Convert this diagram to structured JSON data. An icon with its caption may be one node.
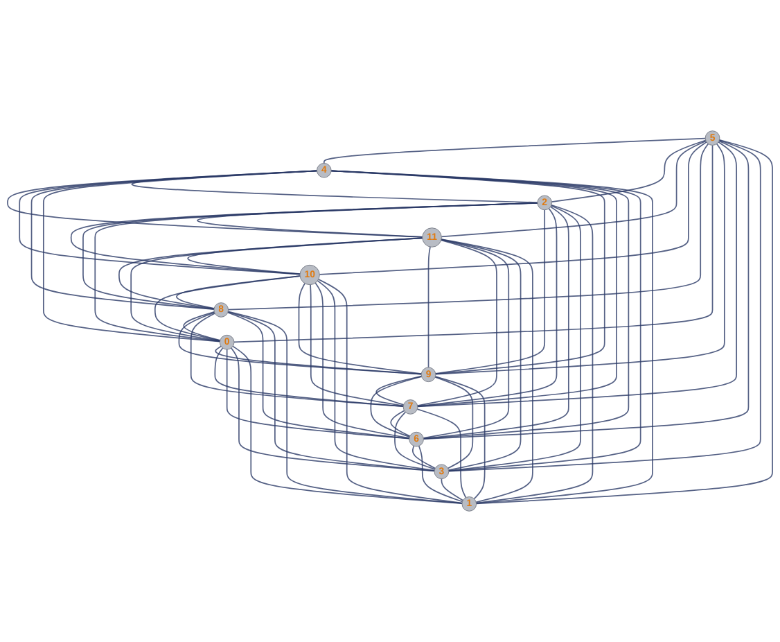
{
  "diagram": {
    "nodes": [
      {
        "text": [
          "5"
        ]
      },
      {
        "text": [
          "4"
        ]
      },
      {
        "text": [
          "2"
        ]
      },
      {
        "text": [
          "11"
        ]
      },
      {
        "text": [
          "10"
        ]
      },
      {
        "text": [
          "8"
        ]
      },
      {
        "text": [
          "0"
        ]
      },
      {
        "text": [
          "9"
        ]
      },
      {
        "text": [
          "7"
        ]
      },
      {
        "text": [
          "6"
        ]
      },
      {
        "text": [
          "3"
        ]
      },
      {
        "text": [
          "1"
        ]
      }
    ],
    "edges": [
      {
        "from": 0,
        "to": 1,
        "arrow": "none"
      },
      {
        "from": 0,
        "to": 2,
        "arrow": "none"
      },
      {
        "from": 0,
        "to": 3,
        "arrow": "none"
      },
      {
        "from": 0,
        "to": 4,
        "arrow": "none"
      },
      {
        "from": 0,
        "to": 5,
        "arrow": "none"
      },
      {
        "from": 0,
        "to": 6,
        "arrow": "none"
      },
      {
        "from": 0,
        "to": 7,
        "arrow": "none"
      },
      {
        "from": 0,
        "to": 8,
        "arrow": "none"
      },
      {
        "from": 0,
        "to": 9,
        "arrow": "none"
      },
      {
        "from": 0,
        "to": 10,
        "arrow": "none"
      },
      {
        "from": 0,
        "to": 11,
        "arrow": "none"
      },
      {
        "from": 1,
        "to": 2,
        "arrow": "none"
      },
      {
        "from": 1,
        "to": 3,
        "arrow": "none"
      },
      {
        "from": 1,
        "to": 4,
        "arrow": "none"
      },
      {
        "from": 1,
        "to": 5,
        "arrow": "none"
      },
      {
        "from": 1,
        "to": 6,
        "arrow": "none"
      },
      {
        "from": 1,
        "to": 7,
        "arrow": "none"
      },
      {
        "from": 1,
        "to": 8,
        "arrow": "none"
      },
      {
        "from": 1,
        "to": 9,
        "arrow": "none"
      },
      {
        "from": 1,
        "to": 10,
        "arrow": "none"
      },
      {
        "from": 1,
        "to": 11,
        "arrow": "none"
      },
      {
        "from": 2,
        "to": 3,
        "arrow": "none"
      },
      {
        "from": 2,
        "to": 4,
        "arrow": "none"
      },
      {
        "from": 2,
        "to": 5,
        "arrow": "none"
      },
      {
        "from": 2,
        "to": 6,
        "arrow": "none"
      },
      {
        "from": 2,
        "to": 7,
        "arrow": "none"
      },
      {
        "from": 2,
        "to": 8,
        "arrow": "none"
      },
      {
        "from": 2,
        "to": 9,
        "arrow": "none"
      },
      {
        "from": 2,
        "to": 10,
        "arrow": "none"
      },
      {
        "from": 2,
        "to": 11,
        "arrow": "none"
      },
      {
        "from": 3,
        "to": 4,
        "arrow": "none"
      },
      {
        "from": 3,
        "to": 5,
        "arrow": "none"
      },
      {
        "from": 3,
        "to": 6,
        "arrow": "none"
      },
      {
        "from": 3,
        "to": 7,
        "arrow": "none"
      },
      {
        "from": 3,
        "to": 8,
        "arrow": "none"
      },
      {
        "from": 3,
        "to": 9,
        "arrow": "none"
      },
      {
        "from": 3,
        "to": 10,
        "arrow": "none"
      },
      {
        "from": 3,
        "to": 11,
        "arrow": "none"
      },
      {
        "from": 4,
        "to": 5,
        "arrow": "none"
      },
      {
        "from": 4,
        "to": 6,
        "arrow": "none"
      },
      {
        "from": 4,
        "to": 7,
        "arrow": "none"
      },
      {
        "from": 4,
        "to": 8,
        "arrow": "none"
      },
      {
        "from": 4,
        "to": 9,
        "arrow": "none"
      },
      {
        "from": 4,
        "to": 10,
        "arrow": "none"
      },
      {
        "from": 4,
        "to": 11,
        "arrow": "none"
      },
      {
        "from": 5,
        "to": 6,
        "arrow": "none"
      },
      {
        "from": 5,
        "to": 7,
        "arrow": "none"
      },
      {
        "from": 5,
        "to": 8,
        "arrow": "none"
      },
      {
        "from": 5,
        "to": 9,
        "arrow": "none"
      },
      {
        "from": 5,
        "to": 10,
        "arrow": "none"
      },
      {
        "from": 5,
        "to": 11,
        "arrow": "none"
      },
      {
        "from": 6,
        "to": 7,
        "arrow": "none"
      },
      {
        "from": 6,
        "to": 8,
        "arrow": "none"
      },
      {
        "from": 6,
        "to": 9,
        "arrow": "none"
      },
      {
        "from": 6,
        "to": 10,
        "arrow": "none"
      },
      {
        "from": 6,
        "to": 11,
        "arrow": "none"
      },
      {
        "from": 7,
        "to": 8,
        "arrow": "none"
      },
      {
        "from": 7,
        "to": 9,
        "arrow": "none"
      },
      {
        "from": 7,
        "to": 10,
        "arrow": "none"
      },
      {
        "from": 7,
        "to": 11,
        "arrow": "none"
      },
      {
        "from": 8,
        "to": 9,
        "arrow": "none"
      },
      {
        "from": 8,
        "to": 10,
        "arrow": "none"
      },
      {
        "from": 8,
        "to": 11,
        "arrow": "none"
      },
      {
        "from": 9,
        "to": 10,
        "arrow": "none"
      },
      {
        "from": 9,
        "to": 11,
        "arrow": "none"
      },
      {
        "from": 10,
        "to": 11,
        "arrow": "none"
      }
    ]
  }
}
